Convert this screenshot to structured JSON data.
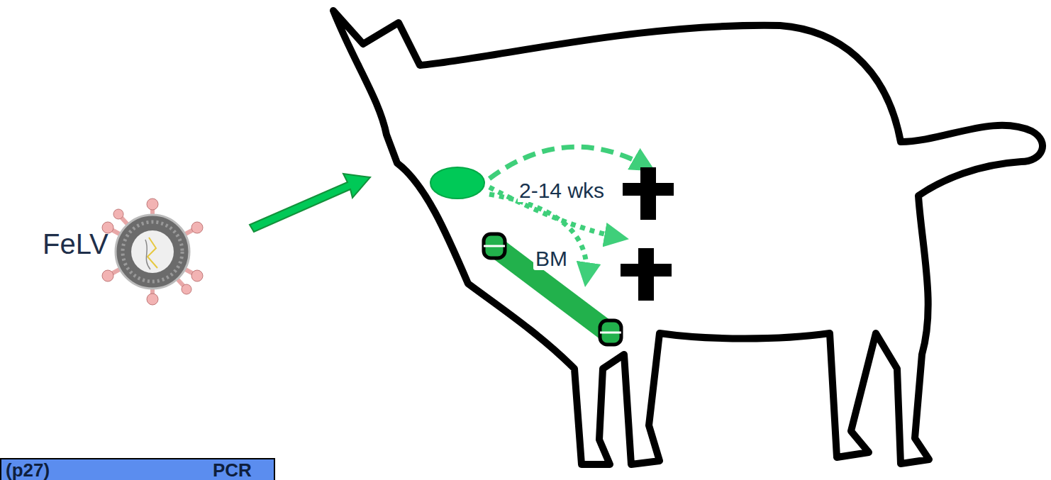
{
  "diagram": {
    "nodes": [
      {
        "text": [
          "BM"
        ]
      },
      {
        "text": [
          "(p27)",
          "PCR"
        ]
      }
    ],
    "labels": [
      "FeLV",
      "2-14 wks"
    ]
  }
}
